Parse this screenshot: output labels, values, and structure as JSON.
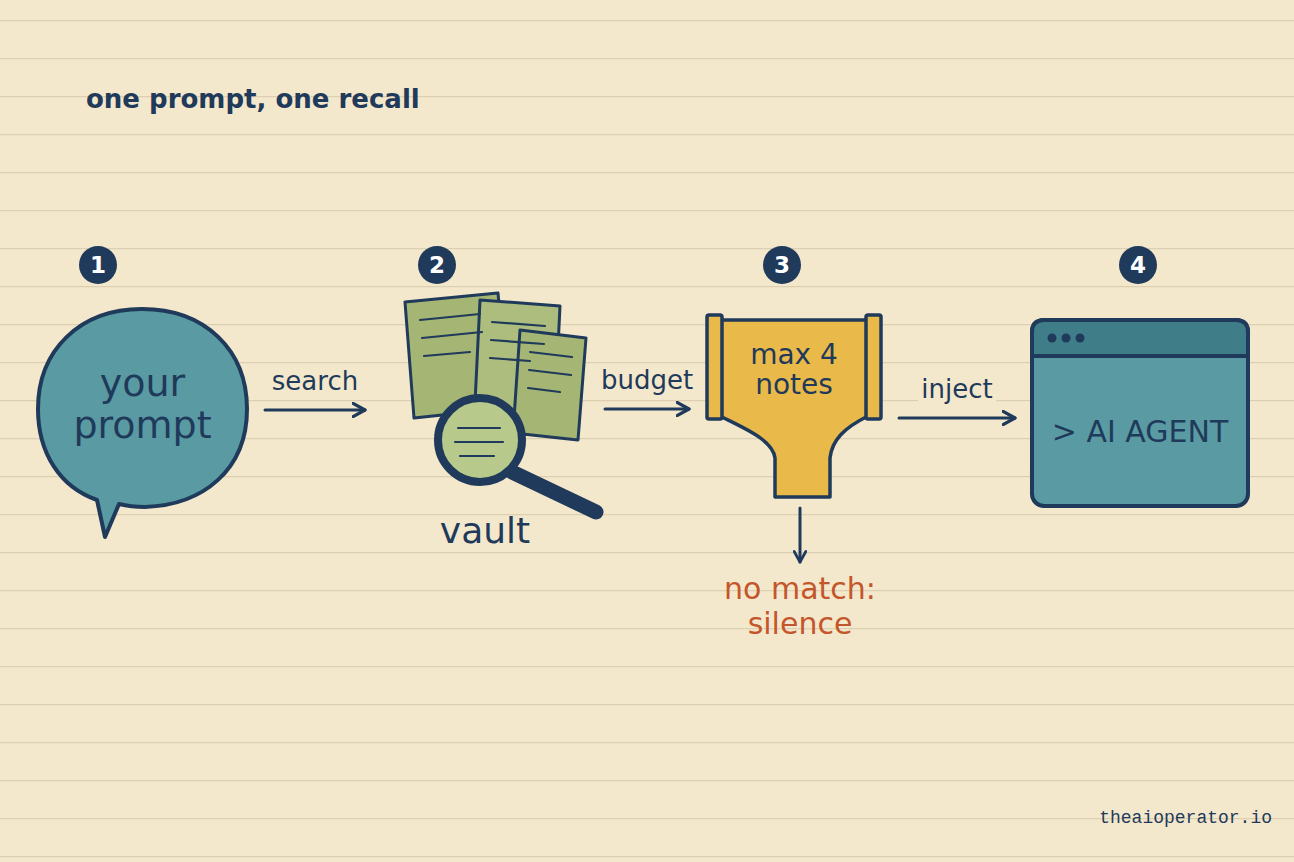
{
  "diagram": {
    "title": "one prompt, one recall",
    "nodes": [
      {
        "text": [
          "1"
        ]
      },
      {
        "text": [
          "2"
        ]
      },
      {
        "text": [
          "3"
        ]
      },
      {
        "text": [
          "4"
        ]
      },
      {
        "text": [
          "your prompt"
        ]
      },
      {
        "text": [
          "vault"
        ]
      },
      {
        "text": [
          "max 4 notes"
        ]
      },
      {
        "text": [
          "> AI AGENT"
        ]
      }
    ],
    "edges": [
      {
        "from": 4,
        "to": 5,
        "label": "search",
        "arrow": "to"
      },
      {
        "from": 5,
        "to": 6,
        "label": "budget",
        "arrow": "to"
      },
      {
        "from": 6,
        "to": 7,
        "label": "inject",
        "arrow": "to"
      }
    ],
    "labels": [
      "no match: silence",
      "theaioperator.io"
    ]
  }
}
